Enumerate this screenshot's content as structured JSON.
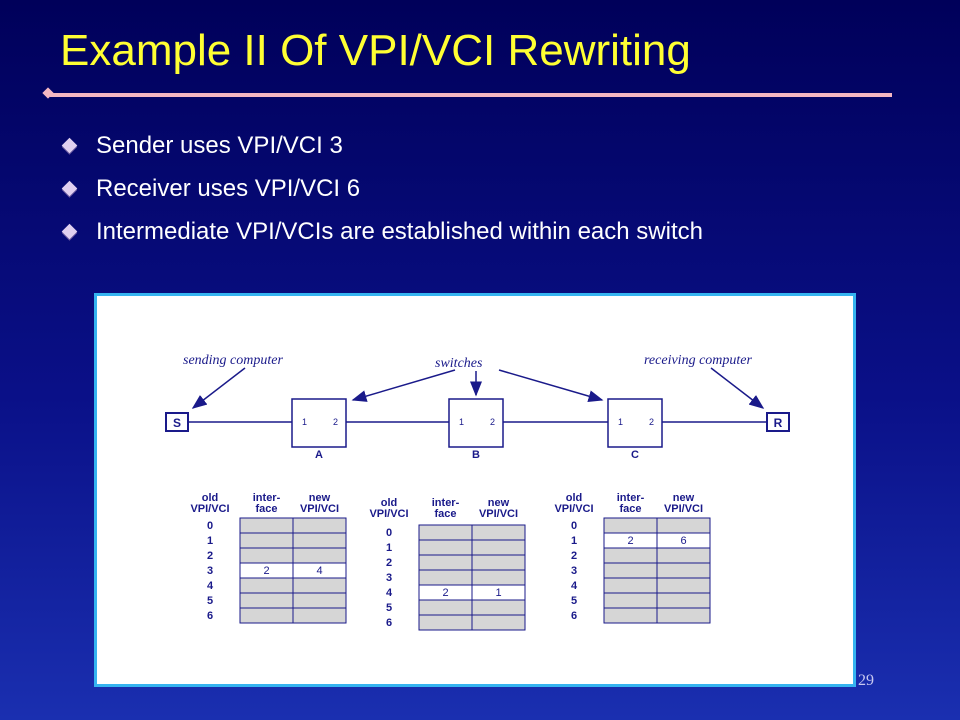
{
  "slide": {
    "title": "Example II Of VPI/VCI Rewriting",
    "bullets": [
      "Sender uses VPI/VCI 3",
      "Receiver uses VPI/VCI 6",
      "Intermediate VPI/VCIs are established within each switch"
    ],
    "page_number": "29"
  },
  "figure": {
    "annotations": {
      "sending": "sending computer",
      "switches": "switches",
      "receiving": "receiving computer"
    },
    "sender_label": "S",
    "receiver_label": "R",
    "switches": [
      {
        "name": "A",
        "port1": "1",
        "port2": "2"
      },
      {
        "name": "B",
        "port1": "1",
        "port2": "2"
      },
      {
        "name": "C",
        "port1": "1",
        "port2": "2"
      }
    ],
    "table_headers": {
      "old_line1": "old",
      "old_line2": "VPI/VCI",
      "iface_line1": "inter-",
      "iface_line2": "face",
      "new_line1": "new",
      "new_line2": "VPI/VCI"
    },
    "row_indices": [
      "0",
      "1",
      "2",
      "3",
      "4",
      "5",
      "6"
    ],
    "tables": [
      {
        "switch": "A",
        "entry_index": 3,
        "interface": "2",
        "new_vpi_vci": "4"
      },
      {
        "switch": "B",
        "entry_index": 4,
        "interface": "2",
        "new_vpi_vci": "1"
      },
      {
        "switch": "C",
        "entry_index": 1,
        "interface": "2",
        "new_vpi_vci": "6"
      }
    ]
  }
}
